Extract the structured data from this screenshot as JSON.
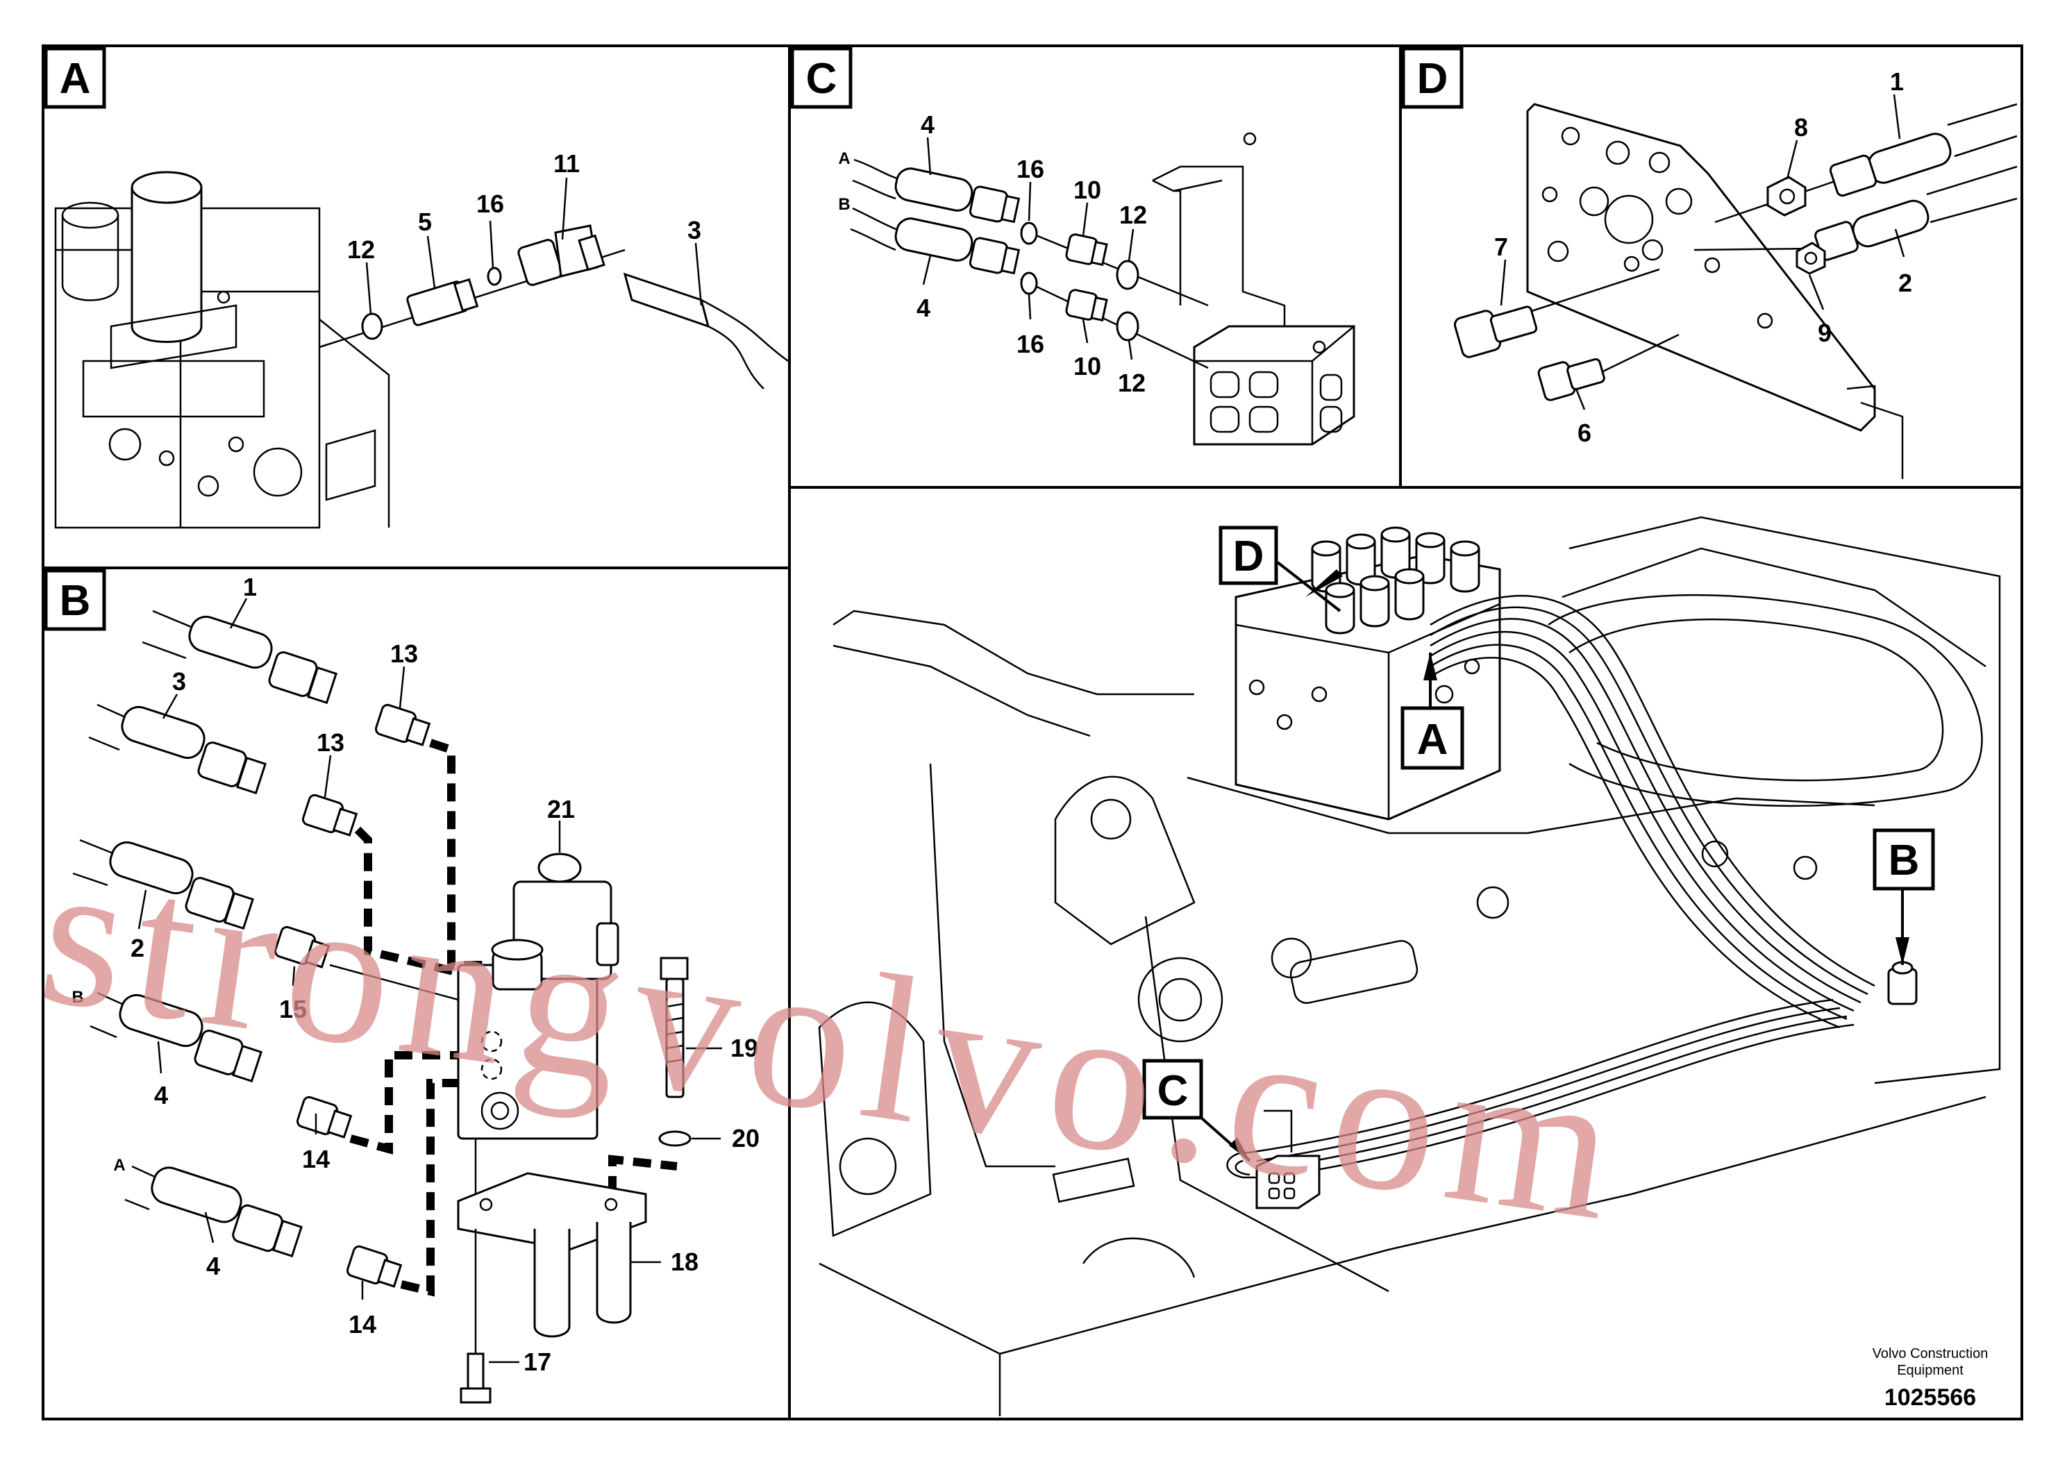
{
  "panels": {
    "A": {
      "tag": "A",
      "callouts": [
        "12",
        "5",
        "16",
        "11",
        "3"
      ]
    },
    "B": {
      "tag": "B",
      "callouts": [
        "1",
        "3",
        "13",
        "13",
        "21",
        "2",
        "15",
        "B",
        "4",
        "14",
        "A",
        "4",
        "14",
        "19",
        "20",
        "18",
        "17"
      ]
    },
    "C": {
      "tag": "C",
      "callouts": [
        "A",
        "B",
        "4",
        "4",
        "16",
        "16",
        "10",
        "10",
        "12",
        "12"
      ]
    },
    "D": {
      "tag": "D",
      "callouts": [
        "8",
        "1",
        "7",
        "9",
        "2",
        "6"
      ]
    }
  },
  "overview": {
    "tags": [
      "D",
      "A",
      "B",
      "C"
    ]
  },
  "footer": {
    "company_line1": "Volvo Construction",
    "company_line2": "Equipment",
    "drawing_number": "1025566"
  },
  "watermark": {
    "text": "strongvolvo.com",
    "color": "#d98a8a"
  }
}
